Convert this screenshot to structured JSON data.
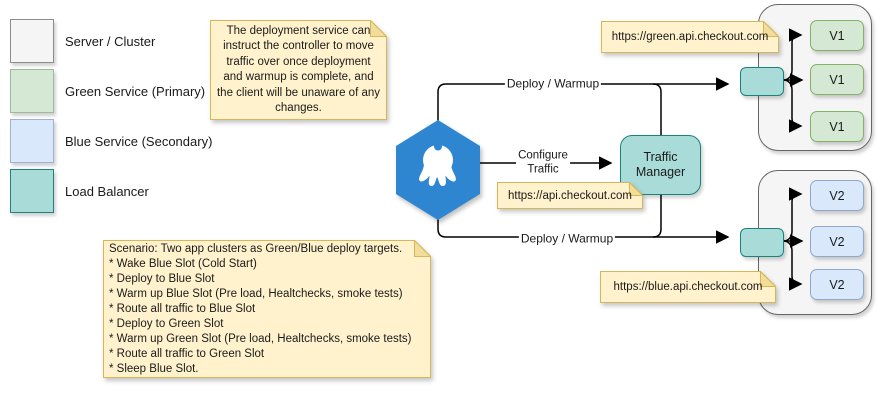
{
  "title": "Blue/Green deployment traffic routing diagram",
  "legend": {
    "items": [
      {
        "label": "Server / Cluster",
        "color": "#F5F5F5"
      },
      {
        "label": "Green Service (Primary)",
        "color": "#D5E8D4"
      },
      {
        "label": "Blue Service (Secondary)",
        "color": "#DAE8FC"
      },
      {
        "label": "Load Balancer",
        "color": "#A9DCD9"
      }
    ]
  },
  "notes": {
    "deployment": "The deployment service can instruct the controller to move traffic over once deployment and warmup is complete, and the client will be unaware of any changes.",
    "scenario": "Scenario: Two app clusters as Green/Blue deploy targets.\n* Wake Blue Slot (Cold Start)\n* Deploy to Blue Slot\n* Warm up Blue Slot (Pre load, Healtchecks, smoke tests)\n* Route all traffic to Blue Slot\n* Deploy to Green Slot\n* Warm up Green Slot (Pre load, Healtchecks, smoke tests)\n* Route all traffic to Green Slot\n* Sleep Blue Slot.",
    "green_url": "https://green.api.checkout.com",
    "api_url": "https://api.checkout.com",
    "blue_url": "https://blue.api.checkout.com"
  },
  "edges": {
    "deploy_warmup_top": "Deploy / Warmup",
    "deploy_warmup_bottom": "Deploy / Warmup",
    "configure_traffic": "Configure\nTraffic"
  },
  "nodes": {
    "traffic_manager": "Traffic\nManager",
    "green_instances": [
      "V1",
      "V1",
      "V1"
    ],
    "blue_instances": [
      "V2",
      "V2",
      "V2"
    ]
  },
  "icons": {
    "octopus_logo": "octopus-deploy-logo"
  },
  "colors": {
    "octopus_blue": "#2E86D1",
    "note_fill": "#FFF2CC",
    "note_border": "#D6B656",
    "note_fold": "#F2DD9A",
    "teal_fill": "#A9DCD9",
    "teal_border": "#17857C",
    "green_fill": "#D5E8D4",
    "green_border": "#82B366",
    "blue_fill": "#DAE8FC",
    "blue_border": "#8FA8CC",
    "cluster_fill": "#F5F5F5",
    "cluster_border": "#666666",
    "line_color": "#000000"
  }
}
